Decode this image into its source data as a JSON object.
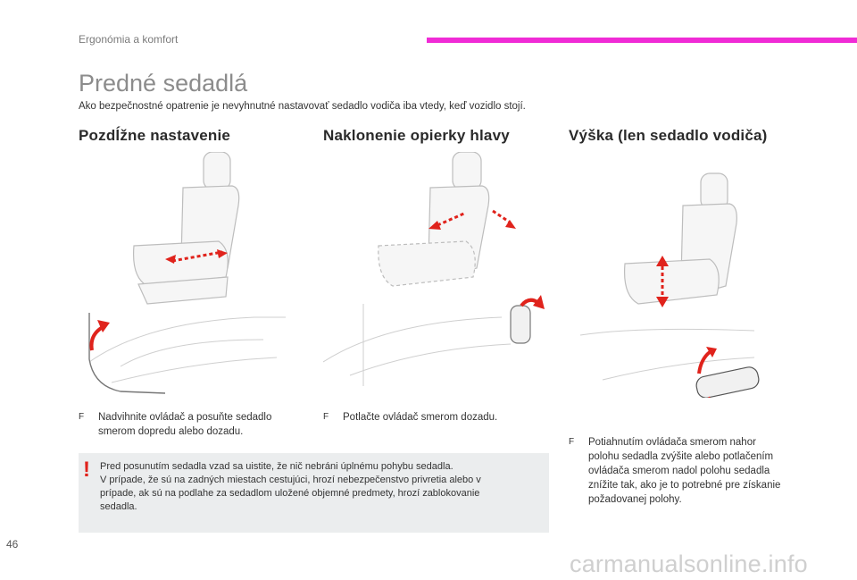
{
  "header": {
    "section": "Ergonómia a komfort"
  },
  "title": "Predné sedadlá",
  "intro": "Ako bezpečnostné opatrenie je nevyhnutné nastavovať sedadlo vodiča iba vtedy, keď vozidlo stojí.",
  "columns": [
    {
      "heading": "Pozdĺžne nastavenie",
      "bullet": [
        "Nadvihnite ovládač a posuňte sedadlo",
        "smerom dopredu alebo dozadu."
      ]
    },
    {
      "heading": "Naklonenie opierky hlavy",
      "bullet": [
        "Potlačte ovládač smerom dozadu."
      ]
    },
    {
      "heading": "Výška (len sedadlo vodiča)",
      "bullet": [
        "Potiahnutím ovládača smerom nahor",
        "polohu sedadla zvýšite alebo potlačením",
        "ovládača smerom nadol polohu sedadla",
        "znížite tak, ako je to potrebné pre získanie",
        "požadovanej polohy."
      ]
    }
  ],
  "bullet_symbol": "F",
  "warning": {
    "symbol": "!",
    "lines": [
      "Pred posunutím sedadla vzad sa uistite, že nič nebráni úplnému pohybu sedadla.",
      "V prípade, že sú na zadných miestach cestujúci, hrozí nebezpečenstvo privretia alebo v",
      "prípade, ak sú na podlahe za sedadlom uložené objemné predmety, hrozí zablokovanie",
      "sedadla."
    ]
  },
  "page_number": "46",
  "watermark": "carmanualsonline.info",
  "colors": {
    "accent": "#f02bd6",
    "arrow": "#e0231c",
    "warning_bg": "#ebedee"
  }
}
